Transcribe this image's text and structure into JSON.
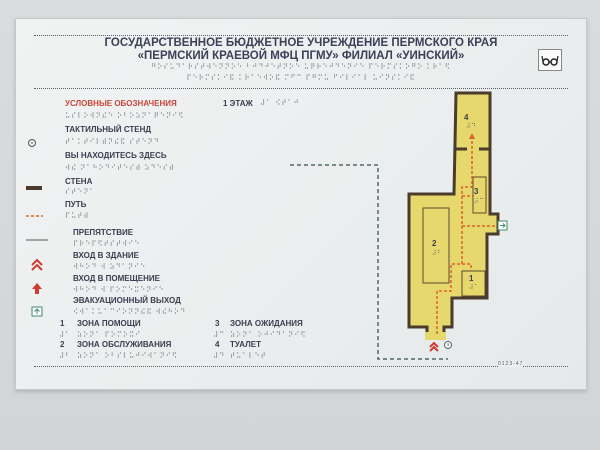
{
  "header": {
    "line1": "ГОСУДАРСТВЕННОЕ БЮДЖЕТНОЕ УЧРЕЖДЕНИЕ ПЕРМСКОГО КРАЯ",
    "line2": "«ПЕРМСКИЙ КРАЕВОЙ МФЦ ПГМУ» ФИЛИАЛ «УИНСКИЙ»",
    "braille1": "⠛⠕⠎⠥⠙⠁⠗⠎⠞⠺⠑⠝⠝⠕⠑ ⠃⠚⠙⠚⠑⠞⠝⠕⠑ ⠥⠟⠗⠑⠚⠙⠑⠝⠊⠑ ⠏⠑⠗⠍⠎⠅⠕⠛⠕ ⠅⠗⠁⠫",
    "braille2": "⠏⠑⠗⠍⠎⠅⠊⠯ ⠅⠗⠁⠑⠺⠕⠯ ⠍⠋⠉ ⠏⠛⠍⠥ ⠋⠊⠇⠊⠁⠇ ⠥⠊⠝⠎⠅⠊⠯"
  },
  "legend": {
    "title": "УСЛОВНЫЕ ОБОЗНАЧЕНИЯ",
    "title_braille": "⠥⠎⠇⠕⠺⠝⠮⠑ ⠕⠃⠕⠵⠝⠁⠟⠑⠝⠊⠫",
    "floor": "1 ЭТАЖ",
    "floor_braille": "⠼⠁ ⠪⠞⠁⠚",
    "items": [
      {
        "label": "ТАКТИЛЬНЫЙ СТЕНД",
        "braille": "⠞⠁⠅⠞⠊⠇⠾⠝⠮⠯ ⠎⠞⠑⠝⠙",
        "icon": "tactile-stand-icon"
      },
      {
        "label": "ВЫ НАХОДИТЕСЬ ЗДЕСЬ",
        "braille": "⠺⠮ ⠝⠁⠓⠕⠙⠊⠞⠑⠎⠾ ⠵⠙⠑⠎⠾",
        "icon": "you-are-here-line"
      },
      {
        "label": "СТЕНА",
        "braille": "⠎⠞⠑⠝⠁",
        "icon": "wall-icon"
      },
      {
        "label": "ПУТЬ",
        "braille": "⠏⠥⠞⠾",
        "icon": "path-icon"
      },
      {
        "label": "ПРЕПЯТСТВИЕ",
        "braille": "⠏⠗⠑⠏⠫⠞⠎⠞⠺⠊⠑",
        "icon": "obstacle-icon"
      },
      {
        "label": "ВХОД В ЗДАНИЕ",
        "braille": "⠺⠓⠕⠙ ⠺ ⠵⠙⠁⠝⠊⠑",
        "icon": "building-entrance-icon"
      },
      {
        "label": "ВХОД В ПОМЕЩЕНИЕ",
        "braille": "⠺⠓⠕⠙ ⠺ ⠏⠕⠍⠑⠭⠑⠝⠊⠑",
        "icon": "room-entrance-icon"
      },
      {
        "label": "ЭВАКУАЦИОННЫЙ ВЫХОД",
        "braille": "⠪⠺⠁⠅⠥⠁⠉⠊⠕⠝⠝⠮⠯ ⠺⠮⠓⠕⠙",
        "icon": "emergency-exit-icon"
      }
    ],
    "zones": [
      {
        "num": "1",
        "label": "ЗОНА ПОМОЩИ",
        "braille_num": "⠼⠁",
        "braille": "⠵⠕⠝⠁ ⠏⠕⠍⠕⠭⠊"
      },
      {
        "num": "2",
        "label": "ЗОНА ОБСЛУЖИВАНИЯ",
        "braille_num": "⠼⠃",
        "braille": "⠵⠕⠝⠁ ⠕⠃⠎⠇⠥⠚⠊⠺⠁⠝⠊⠫"
      },
      {
        "num": "3",
        "label": "ЗОНА ОЖИДАНИЯ",
        "braille_num": "⠼⠉",
        "braille": "⠵⠕⠝⠁ ⠕⠚⠊⠙⠁⠝⠊⠫"
      },
      {
        "num": "4",
        "label": "ТУАЛЕТ",
        "braille_num": "⠼⠙",
        "braille": "⠞⠥⠁⠇⠑⠞"
      }
    ]
  },
  "map": {
    "rooms": [
      {
        "num": "1",
        "braille": "⠼⠁"
      },
      {
        "num": "2",
        "braille": "⠼⠃"
      },
      {
        "num": "3",
        "braille": "⠼⠉"
      },
      {
        "num": "4",
        "braille": "⠼⠙"
      }
    ]
  },
  "footer": {
    "code": "0123-47"
  },
  "colors": {
    "accent": "#c8473a",
    "wall": "#4a3b2c",
    "floor": "#e6d86c",
    "path": "#d9622b",
    "here": "#4f6a66",
    "exit": "#3f8a6a"
  }
}
